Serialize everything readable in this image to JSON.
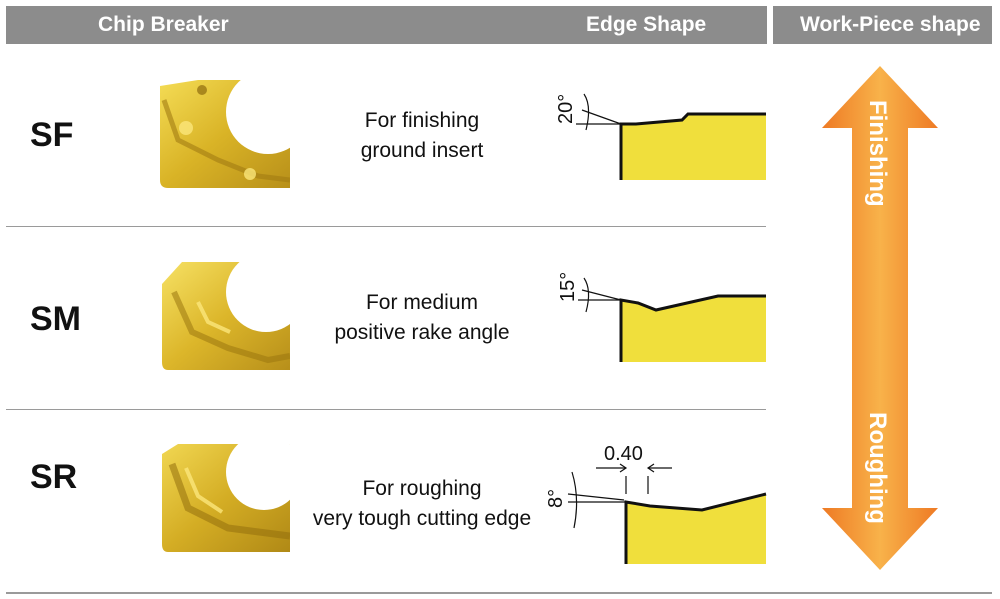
{
  "header": {
    "chip_breaker": "Chip Breaker",
    "edge_shape": "Edge Shape",
    "work_piece_shape": "Work-Piece shape"
  },
  "rows": [
    {
      "code": "SF",
      "description_line1": "For finishing",
      "description_line2": "ground insert",
      "angle_label": "20°"
    },
    {
      "code": "SM",
      "description_line1": "For medium",
      "description_line2": "positive rake angle",
      "angle_label": "15°"
    },
    {
      "code": "SR",
      "description_line1": "For roughing",
      "description_line2": "very tough cutting edge",
      "angle_label": "8°",
      "land_label": "0.40"
    }
  ],
  "arrow": {
    "top_label": "Finishing",
    "bottom_label": "Roughing"
  },
  "colors": {
    "header_bg": "#8c8c8c",
    "insert_yellow": "#e8c730",
    "edge_yellow": "#f0df3c",
    "arrow_orange": "#ee7a24",
    "arrow_light": "#f7a640"
  }
}
